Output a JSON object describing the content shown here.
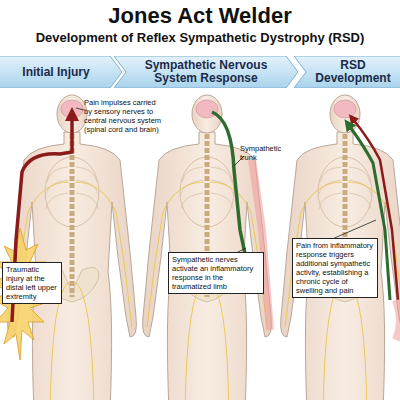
{
  "diagram": {
    "title": "Jones Act Welder",
    "nodes": [
      {
        "text": [
          "Initial Injury"
        ]
      },
      {
        "text": [
          "Sympathetic Nervous System Response"
        ]
      },
      {
        "text": [
          "RSD Development"
        ]
      },
      {
        "text": [
          "Traumatic injury at the distal left upper extremity"
        ]
      },
      {
        "text": [
          "Sympathetic nerves activate an inflammatory response in the traumatized limb"
        ]
      },
      {
        "text": [
          "Pain from inflammatory response triggers additional sympathetic activity, establishing a chronic cycle of swelling and pain"
        ]
      }
    ],
    "labels": [
      "Development of Reflex Sympathetic Dystrophy (RSD)",
      "Pain impulses carried by sensory nerves to central nervous system (spinal cord and brain)",
      "Sympathetic trunk"
    ]
  }
}
